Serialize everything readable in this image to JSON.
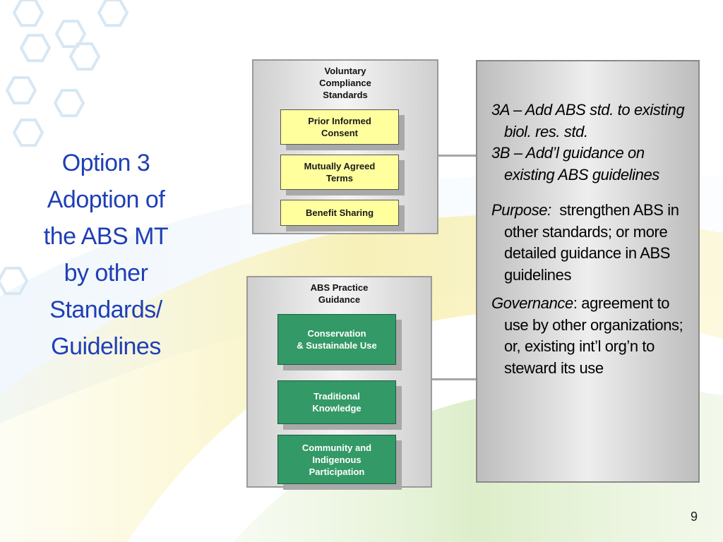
{
  "slide": {
    "title_lines": [
      "Option 3",
      "Adoption of",
      "the ABS MT",
      "by other",
      "Standards/",
      "Guidelines"
    ],
    "page_number": "9",
    "colors": {
      "title": "#1f3fb5",
      "yellow_box": "#ffff9e",
      "green_box": "#339966",
      "panel_gray": "#d9d9d9"
    }
  },
  "diagram": {
    "voluntary_standards": {
      "title_lines": [
        "Voluntary",
        "Compliance",
        "Standards"
      ],
      "items": [
        {
          "lines": [
            "Prior Informed",
            "Consent"
          ]
        },
        {
          "lines": [
            "Mutually Agreed",
            "Terms"
          ]
        },
        {
          "lines": [
            "Benefit Sharing"
          ]
        }
      ]
    },
    "practice_guidance": {
      "title_lines": [
        "ABS Practice",
        "Guidance"
      ],
      "items": [
        {
          "lines": [
            "Conservation",
            "& Sustainable Use"
          ]
        },
        {
          "lines": [
            "Traditional",
            "Knowledge"
          ]
        },
        {
          "lines": [
            "Community and",
            "Indigenous",
            "Participation"
          ]
        }
      ]
    }
  },
  "text_panel": {
    "option_3a": "3A – Add ABS std. to existing biol. res. std.",
    "option_3b": "3B – Add’l guidance on existing ABS guidelines",
    "purpose_label": "Purpose:",
    "purpose_text": "  strengthen ABS in other standards; or more detailed guidance in ABS guidelines",
    "governance_label": "Governance",
    "governance_text": ": agreement to use by other organizations; or, existing int’l org’n to steward its use"
  }
}
